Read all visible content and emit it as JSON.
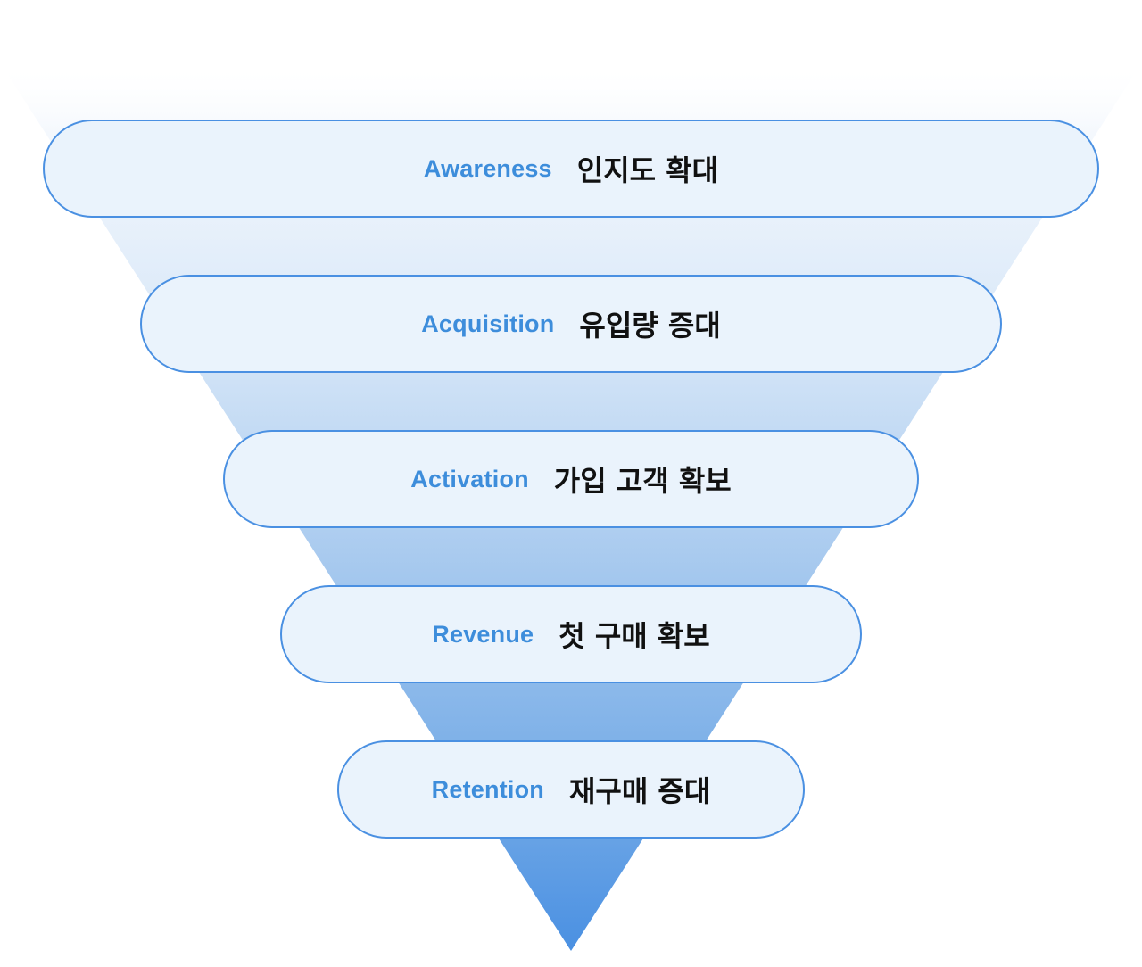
{
  "colors": {
    "funnel_top": "#f4f8fd",
    "funnel_bottom": "#4a90e2",
    "pill_fill": "#eaf3fc",
    "pill_border": "#4a90e2",
    "label_en": "#3d8ddb",
    "label_ko": "#111111"
  },
  "stages": [
    {
      "en": "Awareness",
      "ko": "인지도 확대"
    },
    {
      "en": "Acquisition",
      "ko": "유입량 증대"
    },
    {
      "en": "Activation",
      "ko": "가입 고객 확보"
    },
    {
      "en": "Revenue",
      "ko": "첫 구매 확보"
    },
    {
      "en": "Retention",
      "ko": "재구매 증대"
    }
  ]
}
